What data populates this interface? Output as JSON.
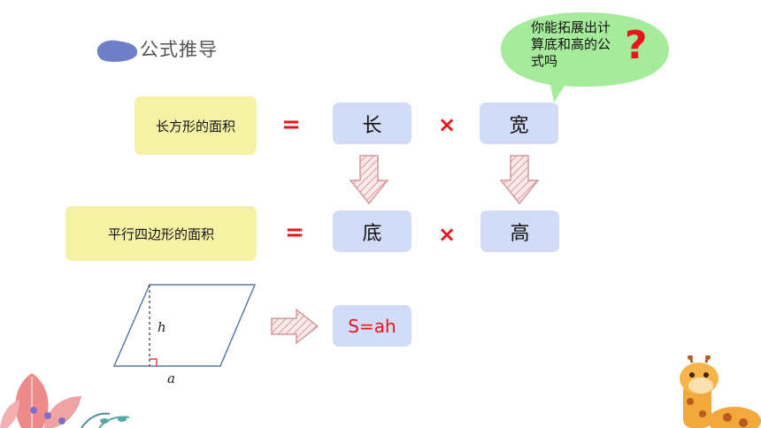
{
  "section": {
    "title": "公式推导"
  },
  "bubble": {
    "line1": "你能拓展出计",
    "line2": "算底和高的公",
    "line3": "式吗",
    "mark": "?"
  },
  "row1": {
    "label": "长方形的面积",
    "equals": "=",
    "a": "长",
    "times": "×",
    "b": "宽"
  },
  "row2": {
    "label": "平行四边形的面积",
    "equals": "=",
    "a": "底",
    "times": "×",
    "b": "高"
  },
  "figure": {
    "height_label": "h",
    "base_label": "a"
  },
  "formula": "S=ah",
  "colors": {
    "op_red": "#e8151b",
    "formula_red": "#e8151b",
    "yellow_box": "#f5f2a6",
    "blue_box": "#d3dcf7",
    "bubble_green": "#a6eb9b",
    "arrow_pink": "#e4a9a9"
  }
}
